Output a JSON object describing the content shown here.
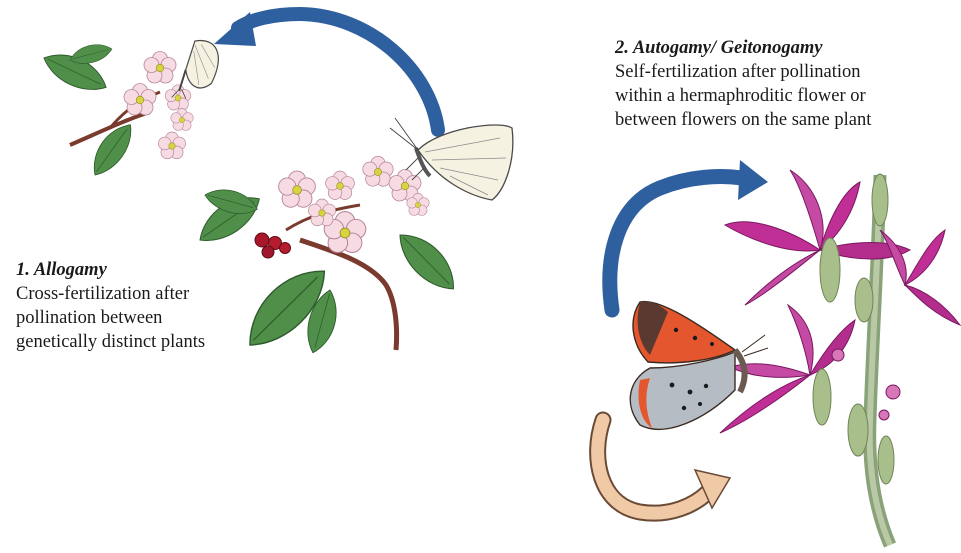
{
  "allogamy": {
    "title": "1. Allogamy",
    "description": "Cross-fertilization after\npollination between\ngenetically distinct plants"
  },
  "autogamy": {
    "title": "2. Autogamy/ Geitonogamy",
    "description": "Self-fertilization after pollination\nwithin a hermaphroditic flower or\nbetween flowers on the same plant"
  },
  "colors": {
    "arrow_blue": "#2e5f9e",
    "arrow_peach": "#f0c9a6",
    "blossom": "#f7dbe3",
    "leaf": "#4f8f4a",
    "lythrum": "#c02f95",
    "butterfly_orange": "#e4572e"
  },
  "icons": [
    "cabbage-white-butterfly-icon",
    "copper-butterfly-icon",
    "hawthorn-branch-icon",
    "purple-loosestrife-icon"
  ]
}
